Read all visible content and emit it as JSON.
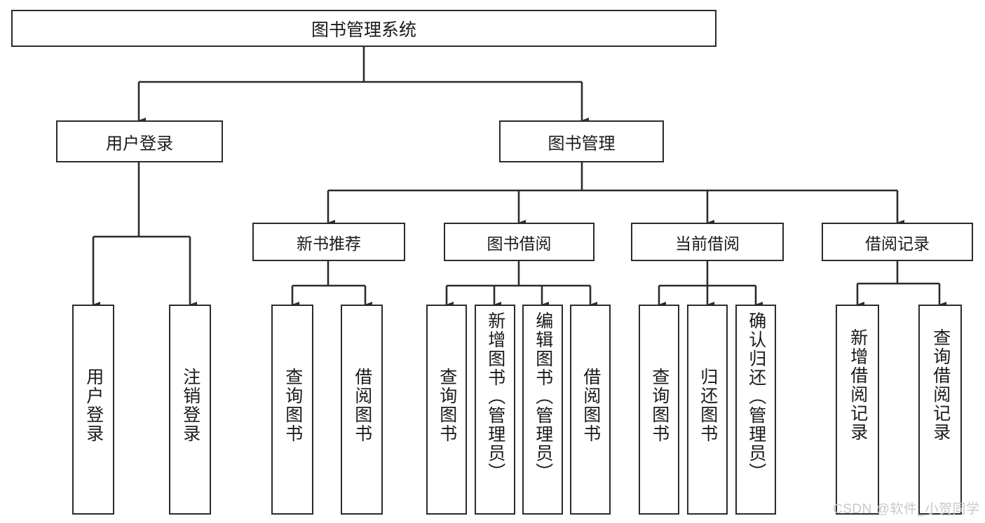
{
  "diagram": {
    "type": "tree-hierarchy",
    "title": "图书管理系统",
    "root": {
      "label": "图书管理系统"
    },
    "level1": [
      {
        "label": "用户登录"
      },
      {
        "label": "图书管理"
      }
    ],
    "level2": [
      {
        "label": "新书推荐"
      },
      {
        "label": "图书借阅"
      },
      {
        "label": "当前借阅"
      },
      {
        "label": "借阅记录"
      }
    ],
    "leaves": {
      "user_login": [
        {
          "label": "用户登录"
        },
        {
          "label": "注销登录"
        }
      ],
      "new_book_recommend": [
        {
          "label": "查询图书"
        },
        {
          "label": "借阅图书"
        }
      ],
      "book_borrow": [
        {
          "label": "查询图书"
        },
        {
          "label": "新增图书（管理员）"
        },
        {
          "label": "编辑图书（管理员）"
        },
        {
          "label": "借阅图书"
        }
      ],
      "current_borrow": [
        {
          "label": "查询图书"
        },
        {
          "label": "归还图书"
        },
        {
          "label": "确认归还（管理员）"
        }
      ],
      "borrow_record": [
        {
          "label": "新增借阅记录"
        },
        {
          "label": "查询借阅记录"
        }
      ]
    }
  },
  "watermark": {
    "text": "CSDN @软件_小贺同学"
  },
  "colors": {
    "border": "#2b2b2b",
    "background": "#ffffff",
    "text": "#1a1a1a",
    "watermark": "#c8c8c8"
  }
}
